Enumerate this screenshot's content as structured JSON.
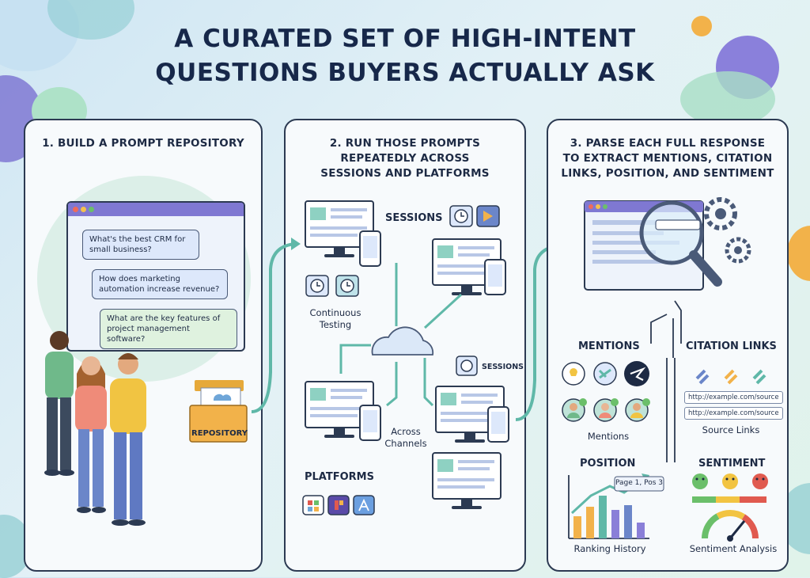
{
  "title": {
    "line1": "A CURATED SET OF HIGH-INTENT",
    "line2": "QUESTIONS BUYERS ACTUALLY ASK"
  },
  "panel1": {
    "heading": "1. BUILD A PROMPT REPOSITORY",
    "questions": [
      "What's the best CRM for small business?",
      "How does marketing automation increase revenue?",
      "What are the key features of project management software?"
    ],
    "repository_label": "REPOSITORY"
  },
  "panel2": {
    "heading_line1": "2. RUN THOSE PROMPTS",
    "heading_line2": "REPEATEDLY ACROSS",
    "heading_line3": "SESSIONS AND PLATFORMS",
    "sessions_label": "SESSIONS",
    "sessions_small_label": "SESSIONS",
    "continuous_line1": "Continuous",
    "continuous_line2": "Testing",
    "across_line1": "Across",
    "across_line2": "Channels",
    "platforms_label": "PLATFORMS"
  },
  "panel3": {
    "heading_line1": "3. PARSE EACH FULL RESPONSE",
    "heading_line2": "TO EXTRACT MENTIONS, CITATION",
    "heading_line3": "LINKS, POSITION, AND SENTIMENT",
    "mentions_label": "MENTIONS",
    "mentions_caption": "Mentions",
    "citation_label": "CITATION LINKS",
    "url1": "http://example.com/source",
    "url2": "http://example.com/source",
    "source_caption": "Source Links",
    "position_label": "POSITION",
    "position_callout": "Page 1, Pos 3",
    "ranking_caption": "Ranking History",
    "sentiment_label": "SENTIMENT",
    "sentiment_caption": "Sentiment Analysis"
  },
  "colors": {
    "navy": "#1d2a44",
    "teal": "#5fb8a8",
    "orange": "#f0a43a",
    "purple": "#8a7fd8",
    "green": "#6bbf6a",
    "red": "#e05a4f"
  }
}
